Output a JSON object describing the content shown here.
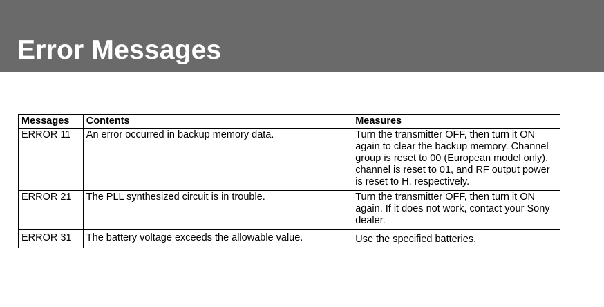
{
  "page": {
    "title": "Error Messages"
  },
  "table": {
    "headers": {
      "messages": "Messages",
      "contents": "Contents",
      "measures": "Measures"
    },
    "rows": [
      {
        "message": "ERROR 11",
        "contents": "An error occurred in backup memory data.",
        "measures": "Turn the transmitter OFF, then turn it ON again to clear the backup memory. Channel group is reset to 00 (European model only), channel is reset to 01, and RF output power is reset to H, respectively."
      },
      {
        "message": "ERROR 21",
        "contents": "The PLL synthesized circuit is in trouble.",
        "measures": "Turn the transmitter OFF, then turn it ON again.  If it does not work, contact your Sony dealer."
      },
      {
        "message": "ERROR 31",
        "contents": "The battery voltage exceeds the allowable value.",
        "measures": "Use the specified batteries."
      }
    ]
  },
  "colors": {
    "header_band": "#6a6a6a",
    "title_text": "#ffffff",
    "table_border": "#000000"
  }
}
